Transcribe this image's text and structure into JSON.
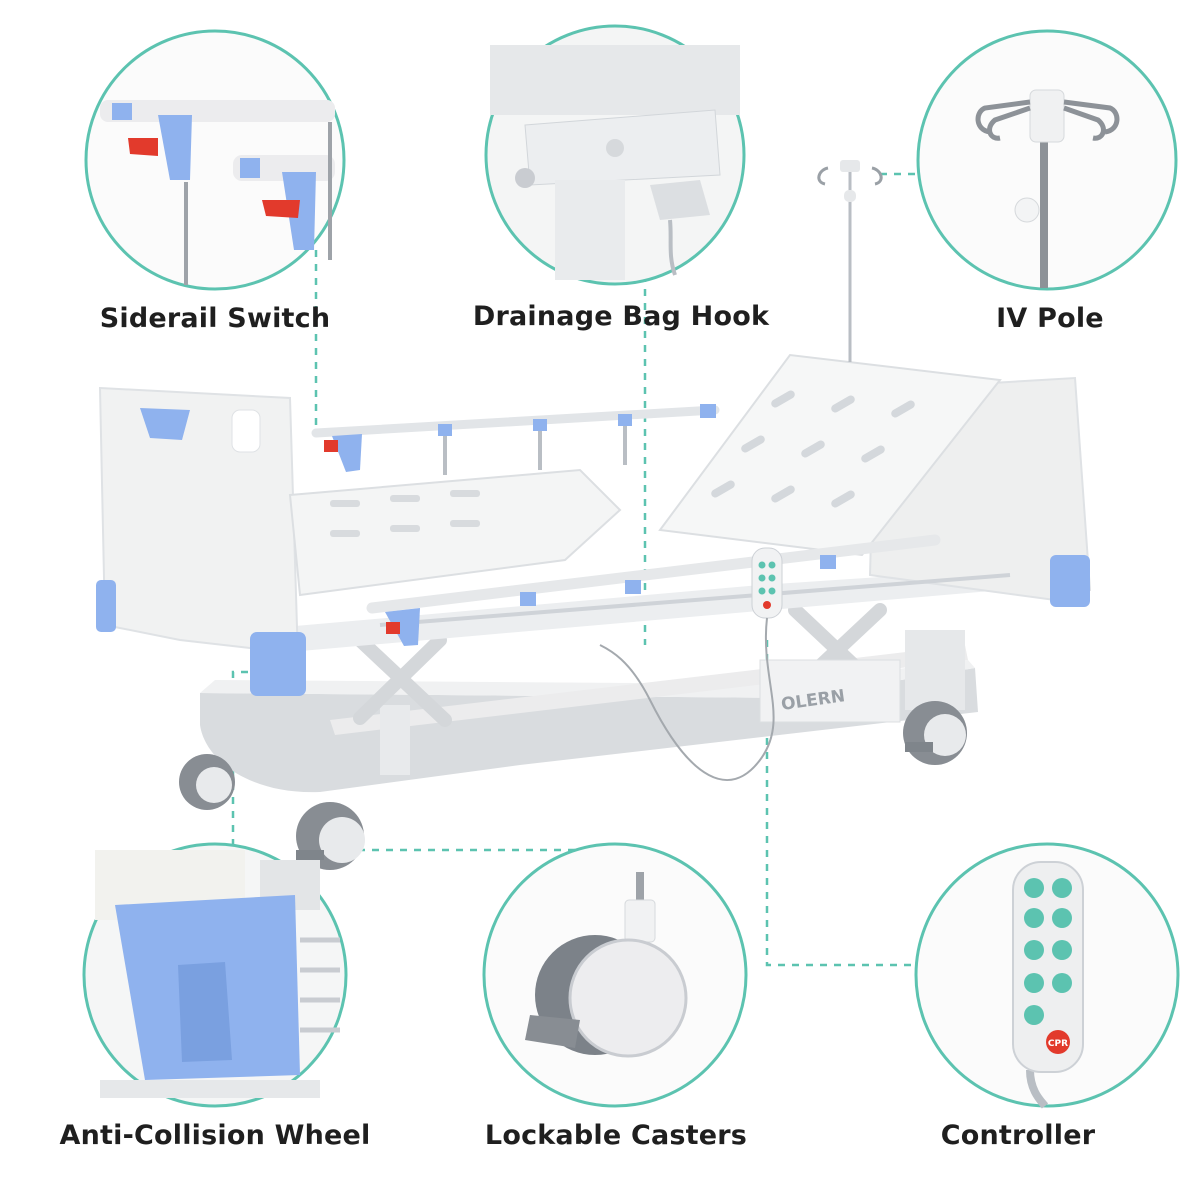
{
  "callouts": {
    "siderail_switch": "Siderail Switch",
    "drainage_bag_hook": "Drainage Bag Hook",
    "iv_pole": "IV Pole",
    "anti_collision_wheel": "Anti-Collision Wheel",
    "lockable_casters": "Lockable Casters",
    "controller": "Controller"
  },
  "product": {
    "brand_mark": "OLERN",
    "controller_cpr_label": "CPR"
  },
  "colors": {
    "teal_accent": "#5cc3b0",
    "bed_blue": "#8fb2ee",
    "lever_red": "#e23a2c",
    "frame_white": "#f3f4f5",
    "shadow_grey": "#c9ccd1"
  }
}
